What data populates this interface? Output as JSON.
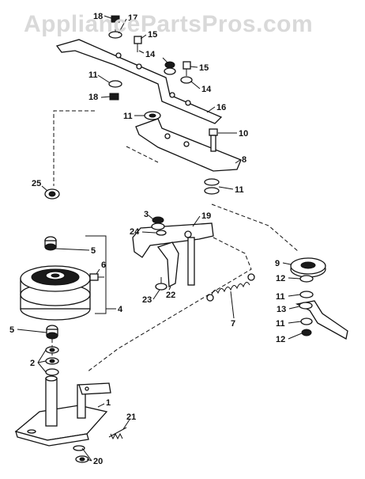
{
  "watermark": "AppliancePartsPros.com",
  "callouts": [
    "18",
    "17",
    "15",
    "14",
    "15",
    "14",
    "11",
    "18",
    "16",
    "11",
    "10",
    "8",
    "11",
    "25",
    "19",
    "3",
    "24",
    "5",
    "9",
    "6",
    "12",
    "11",
    "13",
    "23",
    "22",
    "7",
    "5",
    "4",
    "11",
    "12",
    "2",
    "1",
    "21",
    "20"
  ]
}
